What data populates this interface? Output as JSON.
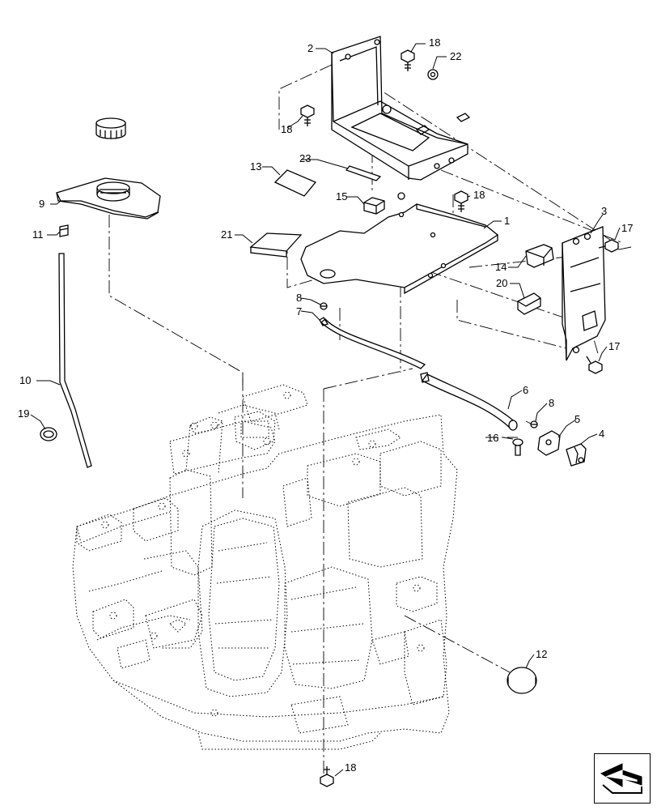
{
  "callouts": {
    "c1": "1",
    "c2": "2",
    "c3": "3",
    "c4": "4",
    "c5": "5",
    "c6": "6",
    "c7": "7",
    "c8a": "8",
    "c8b": "8",
    "c9": "9",
    "c10": "10",
    "c11": "11",
    "c12": "12",
    "c13": "13",
    "c14": "14",
    "c15": "15",
    "c16": "16",
    "c17a": "17",
    "c17b": "17",
    "c18a": "18",
    "c18b": "18",
    "c18c": "18",
    "c18d": "18",
    "c19": "19",
    "c20": "20",
    "c21": "21",
    "c22": "22",
    "c23": "23"
  },
  "icons": {
    "navigation": "arrow-next-page-icon"
  }
}
